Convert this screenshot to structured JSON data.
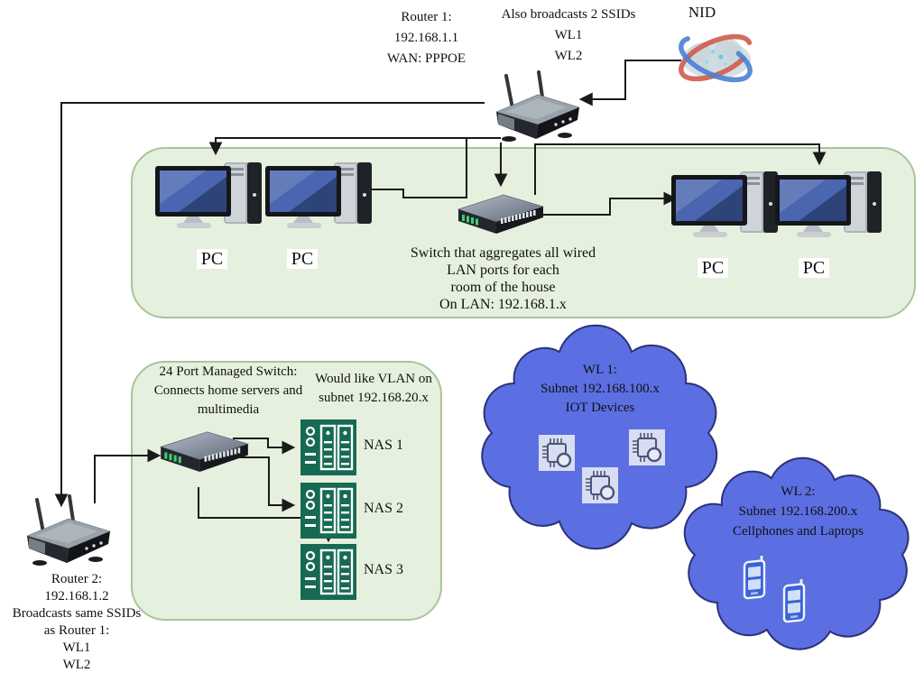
{
  "colors": {
    "zone-fill": "#e6f0de",
    "zone-border": "#a9c49b",
    "cloud-fill": "#5b6fe2",
    "cloud-border": "#2c3178",
    "nas-fill": "#176a52",
    "line-color": "#1a1a1a",
    "led-green": "#3fcf6e",
    "screen-blue": "#4a66b0"
  },
  "router1": {
    "caption": "Router 1:\n192.168.1.1\nWAN: PPPOE"
  },
  "ssid_note": "Also broadcasts 2 SSIDs\nWL1\nWL2",
  "nid": {
    "label": "NID"
  },
  "lan_zone": {
    "pc_labels": [
      "PC",
      "PC",
      "PC",
      "PC"
    ],
    "switch_caption": "Switch that aggregates all wired\nLAN ports for each\nroom of the house\nOn LAN: 192.168.1.x"
  },
  "server_zone": {
    "switch_caption": "24 Port Managed Switch:\nConnects home servers and\nmultimedia",
    "vlan_note": "Would like VLAN on\nsubnet 192.168.20.x",
    "nas_labels": [
      "NAS 1",
      "NAS 2",
      "NAS 3"
    ]
  },
  "router2": {
    "caption": "Router 2:\n192.168.1.2\nBroadcasts same SSIDs\nas Router 1:\nWL1\nWL2"
  },
  "wl1": {
    "caption": "WL 1:\nSubnet 192.168.100.x\nIOT Devices"
  },
  "wl2": {
    "caption": "WL 2:\nSubnet 192.168.200.x\nCellphones and Laptops"
  }
}
